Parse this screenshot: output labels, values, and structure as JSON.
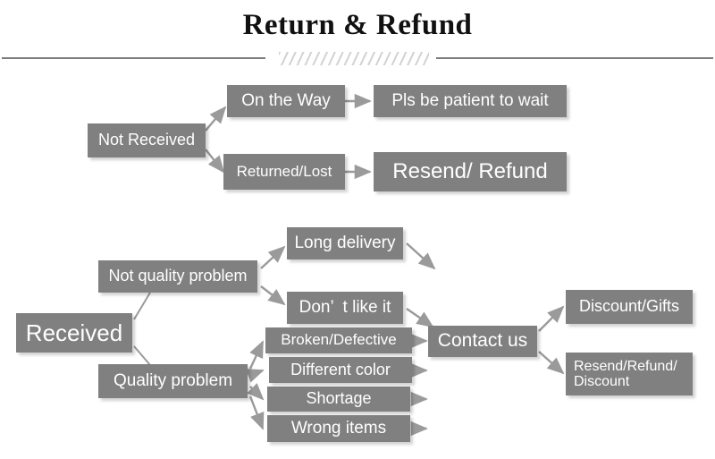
{
  "header": {
    "title": "Return & Refund",
    "divider_icon": "hatch-divider"
  },
  "flow_not_received": {
    "root": "Not Received",
    "branches": [
      {
        "condition": "On the Way",
        "result": "Pls be patient to wait"
      },
      {
        "condition": "Returned/Lost",
        "result": "Resend/ Refund"
      }
    ]
  },
  "flow_received": {
    "root": "Received",
    "categories": [
      {
        "label": "Not quality problem",
        "reasons": [
          "Long delivery",
          "Don’  t like it"
        ]
      },
      {
        "label": "Quality problem",
        "reasons": [
          "Broken/Defective",
          "Different color",
          "Shortage",
          "Wrong items"
        ]
      }
    ],
    "action": "Contact us",
    "outcomes": [
      "Discount/Gifts",
      "Resend/Refund/\nDiscount"
    ]
  },
  "colors": {
    "node_fill": "#808080",
    "node_text": "#ffffff",
    "arrow": "#9a9a9a",
    "rule": "#7b7b7b",
    "title": "#111111"
  }
}
